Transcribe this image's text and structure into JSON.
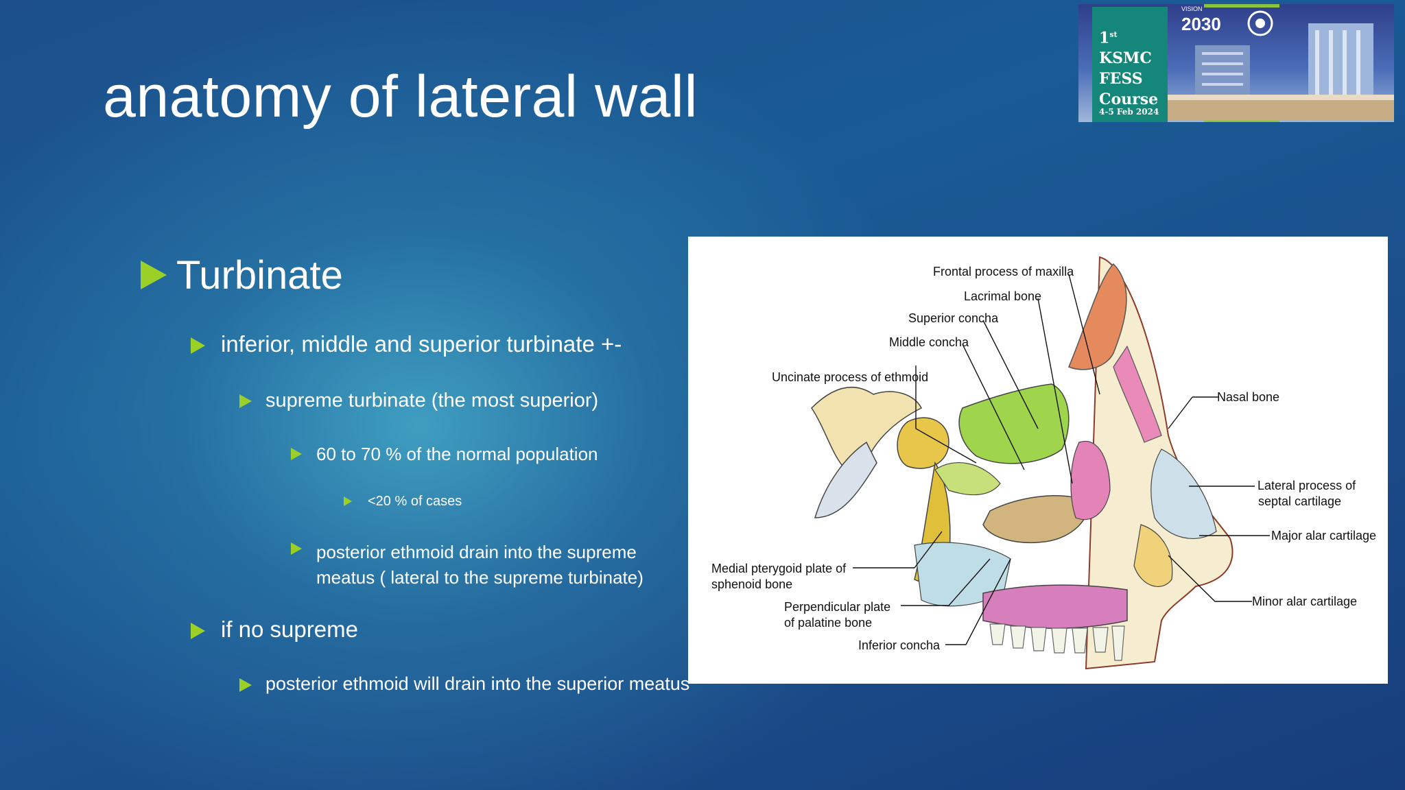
{
  "slide": {
    "title": "anatomy of lateral wall",
    "bullets": {
      "turbinate": "Turbinate",
      "inferior_middle_superior": "inferior, middle and superior turbinate +-",
      "supreme": "supreme turbinate  (the most superior)",
      "percent_population": "60 to 70 % of the normal population",
      "lt20": "<20 % of cases",
      "posterior_drain_l1": "posterior ethmoid drain into the supreme",
      "posterior_drain_l2": "meatus ( lateral to the supreme turbinate)",
      "if_no_supreme": "if no supreme",
      "posterior_will_drain": "posterior ethmoid will drain into the superior meatus"
    }
  },
  "logo": {
    "course_line1": "1",
    "course_sup": "st",
    "course_line2": "KSMC",
    "course_line3": "FESS",
    "course_line4": "Course",
    "course_date": "4-5 Feb 2024",
    "vision_label": "VISION",
    "vision_year": "2030"
  },
  "figure": {
    "labels": {
      "frontal_process": "Frontal process of maxilla",
      "lacrimal_bone": "Lacrimal bone",
      "superior_concha": "Superior concha",
      "middle_concha": "Middle concha",
      "uncinate": "Uncinate process of ethmoid",
      "nasal_bone": "Nasal bone",
      "lateral_process_1": "Lateral process of",
      "lateral_process_2": "septal cartilage",
      "major_alar": "Major alar cartilage",
      "minor_alar": "Minor alar cartilage",
      "medial_pterygoid_1": "Medial pterygoid plate of",
      "medial_pterygoid_2": "sphenoid bone",
      "perpendicular_1": "Perpendicular plate",
      "perpendicular_2": "of palatine bone",
      "inferior_concha": "Inferior concha"
    }
  },
  "colors": {
    "bullet_accent": "#9bd126",
    "text": "#ffffff"
  }
}
